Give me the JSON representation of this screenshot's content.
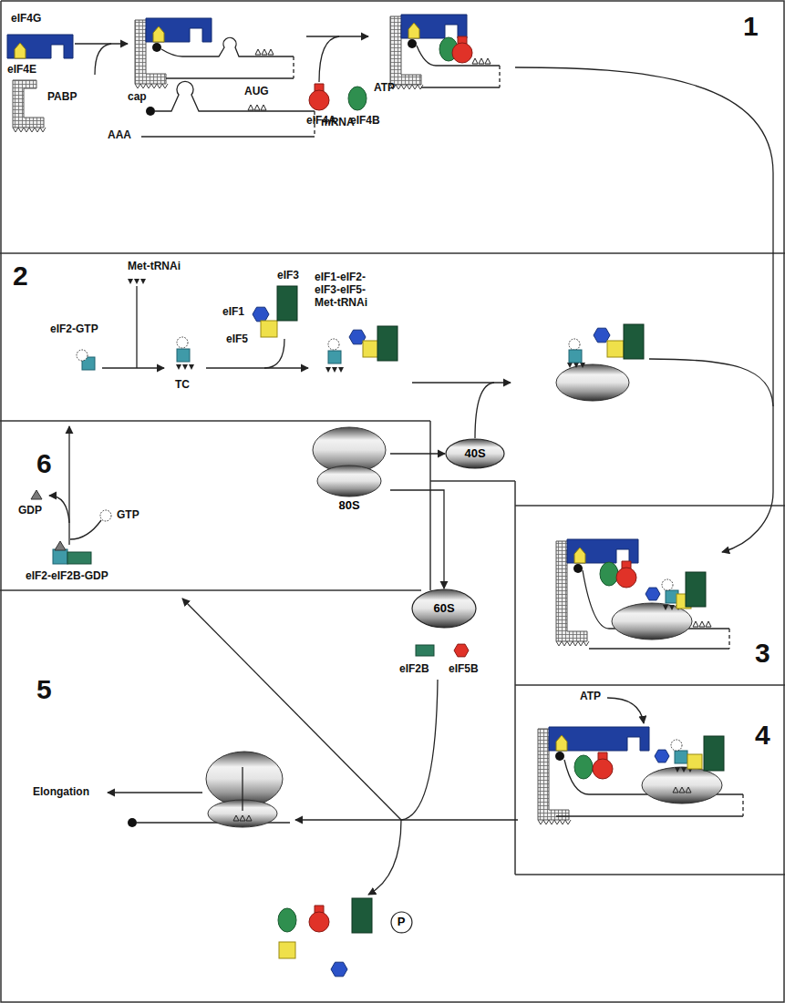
{
  "diagram": {
    "nodes": [
      {
        "text": [
          "40S"
        ]
      },
      {
        "text": [
          "80S"
        ]
      },
      {
        "text": [
          "60S"
        ]
      },
      {
        "text": [
          "P"
        ]
      }
    ],
    "edges": [
      {
        "from": 1,
        "to": 0,
        "arrow": "to"
      },
      {
        "from": 1,
        "to": 2,
        "arrow": "to"
      }
    ],
    "labels": [
      "eIF4G",
      "eIF4E",
      "PABP",
      "cap",
      "AUG",
      "mRNA",
      "AAA",
      "eIF4A",
      "eIF4B",
      "ATP",
      "1",
      "2",
      "Met-tRNAi",
      "eIF2-GTP",
      "eIF1",
      "eIF3",
      "eIF5",
      "eIF1-eIF2- eIF3-eIF5- Met-tRNAi",
      "TC",
      "GDP",
      "GTP",
      "6",
      "eIF2-eIF2B-GDP",
      "3",
      "ATP",
      "4",
      "5",
      "Elongation",
      "eIF2B",
      "eIF5B"
    ]
  }
}
